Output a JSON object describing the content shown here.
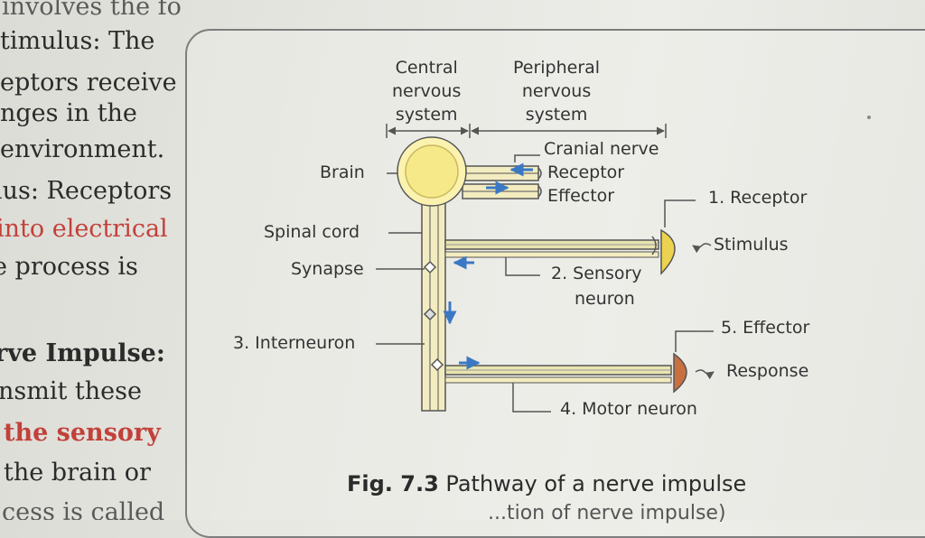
{
  "left_text": {
    "lines": [
      "involves the following steps.",
      "timulus: The",
      "eptors receive",
      "nges in the",
      "environment.",
      "lus: Receptors",
      "into electrical",
      "e process is",
      "rve Impulse:",
      "nsmit these",
      "the sensory",
      "the brain or",
      "cess is called"
    ]
  },
  "diagram": {
    "header": {
      "cns": [
        "Central",
        "nervous",
        "system"
      ],
      "pns": [
        "Peripheral",
        "nervous",
        "system"
      ]
    },
    "labels": {
      "brain": "Brain",
      "spinal_cord": "Spinal cord",
      "synapse": "Synapse",
      "interneuron": "3. Interneuron",
      "cranial_nerve": "Cranial nerve",
      "receptor_small": "Receptor",
      "effector_small": "Effector",
      "receptor": "1. Receptor",
      "stimulus": "Stimulus",
      "sensory_neuron": "2. Sensory",
      "sensory_neuron_2": "neuron",
      "effector": "5. Effector",
      "response": "Response",
      "motor_neuron": "4. Motor neuron"
    },
    "colors": {
      "brain_fill": "#f6e98a",
      "nerve_fill": "#f2ecc0",
      "arrow": "#3b78c4",
      "effector_fill": "#c8703f",
      "receptor_fill": "#ecd34f"
    }
  },
  "caption": {
    "fig": "Fig. 7.3",
    "text": " Pathway of a nerve impulse",
    "partial": "...tion of nerve impulse)"
  }
}
